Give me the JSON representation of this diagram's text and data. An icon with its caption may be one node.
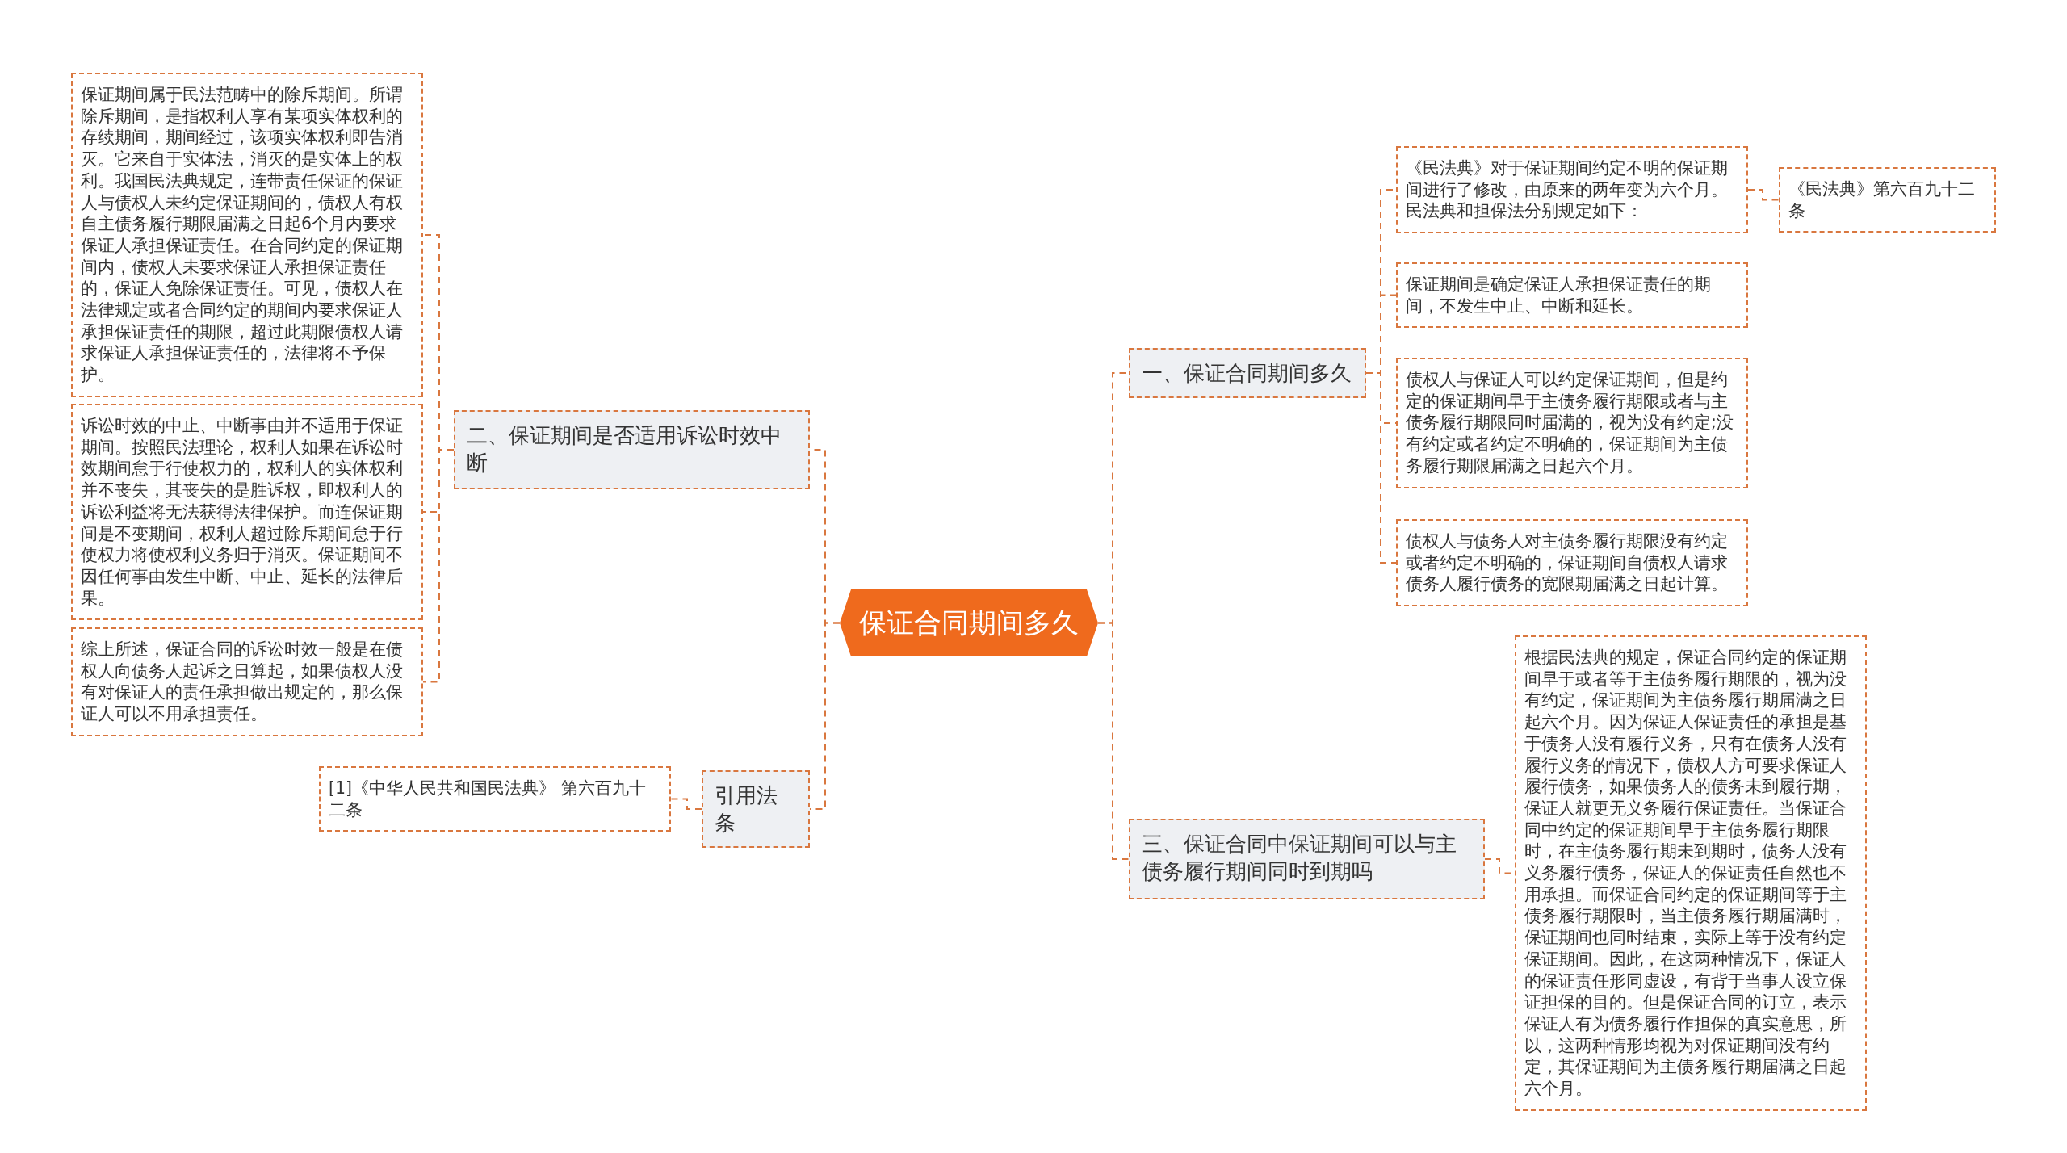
{
  "diagram": {
    "nodes": [
      {
        "text": [
          "保证合同期间多久"
        ]
      },
      {
        "text": [
          "一、保证合同期间多久"
        ]
      },
      {
        "text": [
          "《民法典》对于保证期间约定不明的保证期间进行了修改，由原来的两年变为六个月。民法典和担保法分别规定如下："
        ]
      },
      {
        "text": [
          "《民法典》第六百九十二条"
        ]
      },
      {
        "text": [
          "保证期间是确定保证人承担保证责任的期间，不发生中止、中断和延长。"
        ]
      },
      {
        "text": [
          "债权人与保证人可以约定保证期间，但是约定的保证期间早于主债务履行期限或者与主债务履行期限同时届满的，视为没有约定;没有约定或者约定不明确的，保证期间为主债务履行期限届满之日起六个月。"
        ]
      },
      {
        "text": [
          "债权人与债务人对主债务履行期限没有约定或者约定不明确的，保证期间自债权人请求债务人履行债务的宽限期届满之日起计算。"
        ]
      },
      {
        "text": [
          "三、保证合同中保证期间可以与主债务履行期间同时到期吗"
        ]
      },
      {
        "text": [
          "根据民法典的规定，保证合同约定的保证期间早于或者等于主债务履行期限的，视为没有约定，保证期间为主债务履行期届满之日起六个月。因为保证人保证责任的承担是基于债务人没有履行义务，只有在债务人没有履行义务的情况下，债权人方可要求保证人履行债务，如果债务人的债务未到履行期，保证人就更无义务履行保证责任。当保证合同中约定的保证期间早于主债务履行期限时，在主债务履行期未到期时，债务人没有义务履行债务，保证人的保证责任自然也不用承担。而保证合同约定的保证期间等于主债务履行期限时，当主债务履行期届满时，保证期间也同时结束，实际上等于没有约定保证期间。因此，在这两种情况下，保证人的保证责任形同虚设，有背于当事人设立保证担保的目的。但是保证合同的订立，表示保证人有为债务履行作担保的真实意思，所以，这两种情形均视为对保证期间没有约定，其保证期间为主债务履行期届满之日起六个月。"
        ]
      },
      {
        "text": [
          "二、保证期间是否适用诉讼时效中断"
        ]
      },
      {
        "text": [
          "保证期间属于民法范畴中的除斥期间。所谓除斥期间，是指权利人享有某项实体权利的存续期间，期间经过，该项实体权利即告消灭。它来自于实体法，消灭的是实体上的权利。我国民法典规定，连带责任保证的保证人与债权人未约定保证期间的，债权人有权自主债务履行期限届满之日起6个月内要求保证人承担保证责任。在合同约定的保证期间内，债权人未要求保证人承担保证责任的，保证人免除保证责任。可见，债权人在法律规定或者合同约定的期间内要求保证人承担保证责任的期限，超过此期限债权人请求保证人承担保证责任的，法律将不予保护。"
        ]
      },
      {
        "text": [
          "诉讼时效的中止、中断事由并不适用于保证期间。按照民法理论，权利人如果在诉讼时效期间怠于行使权力的，权利人的实体权利并不丧失，其丧失的是胜诉权，即权利人的诉讼利益将无法获得法律保护。而连保证期间是不变期间，权利人超过除斥期间怠于行使权力将使权利义务归于消灭。保证期间不因任何事由发生中断、中止、延长的法律后果。"
        ]
      },
      {
        "text": [
          "综上所述，保证合同的诉讼时效一般是在债权人向债务人起诉之日算起，如果债权人没有对保证人的责任承担做出规定的，那么保证人可以不用承担责任。"
        ]
      },
      {
        "text": [
          "引用法条"
        ]
      },
      {
        "text": [
          "[1]《中华人民共和国民法典》 第六百九十二条"
        ]
      }
    ],
    "edges": [
      {
        "from": 0,
        "to": 1,
        "arrow": "none"
      },
      {
        "from": 1,
        "to": 2,
        "arrow": "none"
      },
      {
        "from": 2,
        "to": 3,
        "arrow": "none"
      },
      {
        "from": 1,
        "to": 4,
        "arrow": "none"
      },
      {
        "from": 1,
        "to": 5,
        "arrow": "none"
      },
      {
        "from": 1,
        "to": 6,
        "arrow": "none"
      },
      {
        "from": 0,
        "to": 7,
        "arrow": "none"
      },
      {
        "from": 7,
        "to": 8,
        "arrow": "none"
      },
      {
        "from": 0,
        "to": 9,
        "arrow": "none"
      },
      {
        "from": 9,
        "to": 10,
        "arrow": "none"
      },
      {
        "from": 9,
        "to": 11,
        "arrow": "none"
      },
      {
        "from": 9,
        "to": 12,
        "arrow": "none"
      },
      {
        "from": 0,
        "to": 13,
        "arrow": "none"
      },
      {
        "from": 13,
        "to": 14,
        "arrow": "none"
      }
    ]
  }
}
